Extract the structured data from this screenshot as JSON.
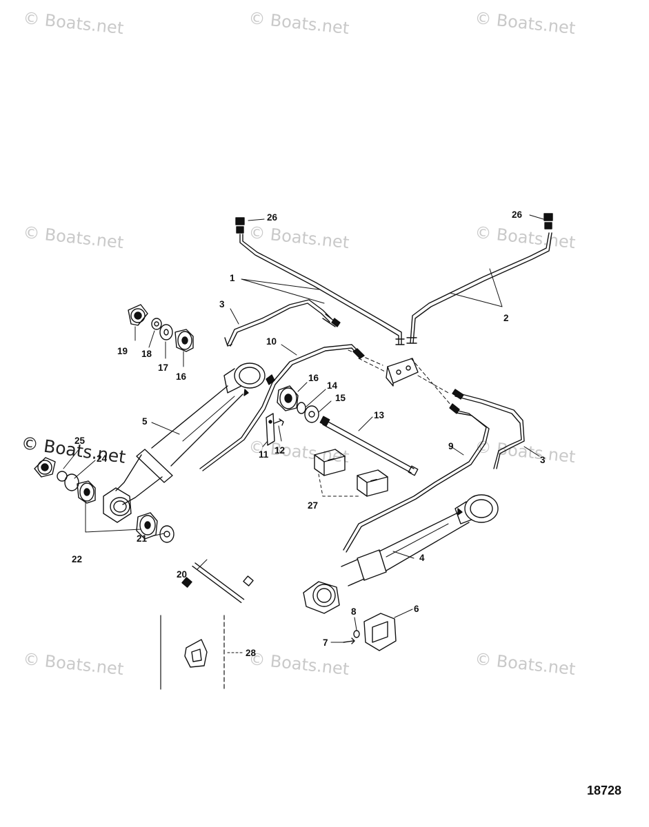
{
  "watermark": "© Boats.net",
  "figure_number": "18728",
  "callouts": {
    "c1": "1",
    "c2": "2",
    "c3a": "3",
    "c3b": "3",
    "c4": "4",
    "c5": "5",
    "c6": "6",
    "c7": "7",
    "c8": "8",
    "c9": "9",
    "c10": "10",
    "c11": "11",
    "c12": "12",
    "c13": "13",
    "c14": "14",
    "c15": "15",
    "c16a": "16",
    "c16b": "16",
    "c17": "17",
    "c18": "18",
    "c19": "19",
    "c20": "20",
    "c21": "21",
    "c22": "22",
    "c24": "24",
    "c25": "25",
    "c26a": "26",
    "c26b": "26",
    "c27": "27",
    "c28": "28"
  },
  "colors": {
    "line": "#111111",
    "watermark": "#c9c9c9",
    "background": "#ffffff"
  }
}
